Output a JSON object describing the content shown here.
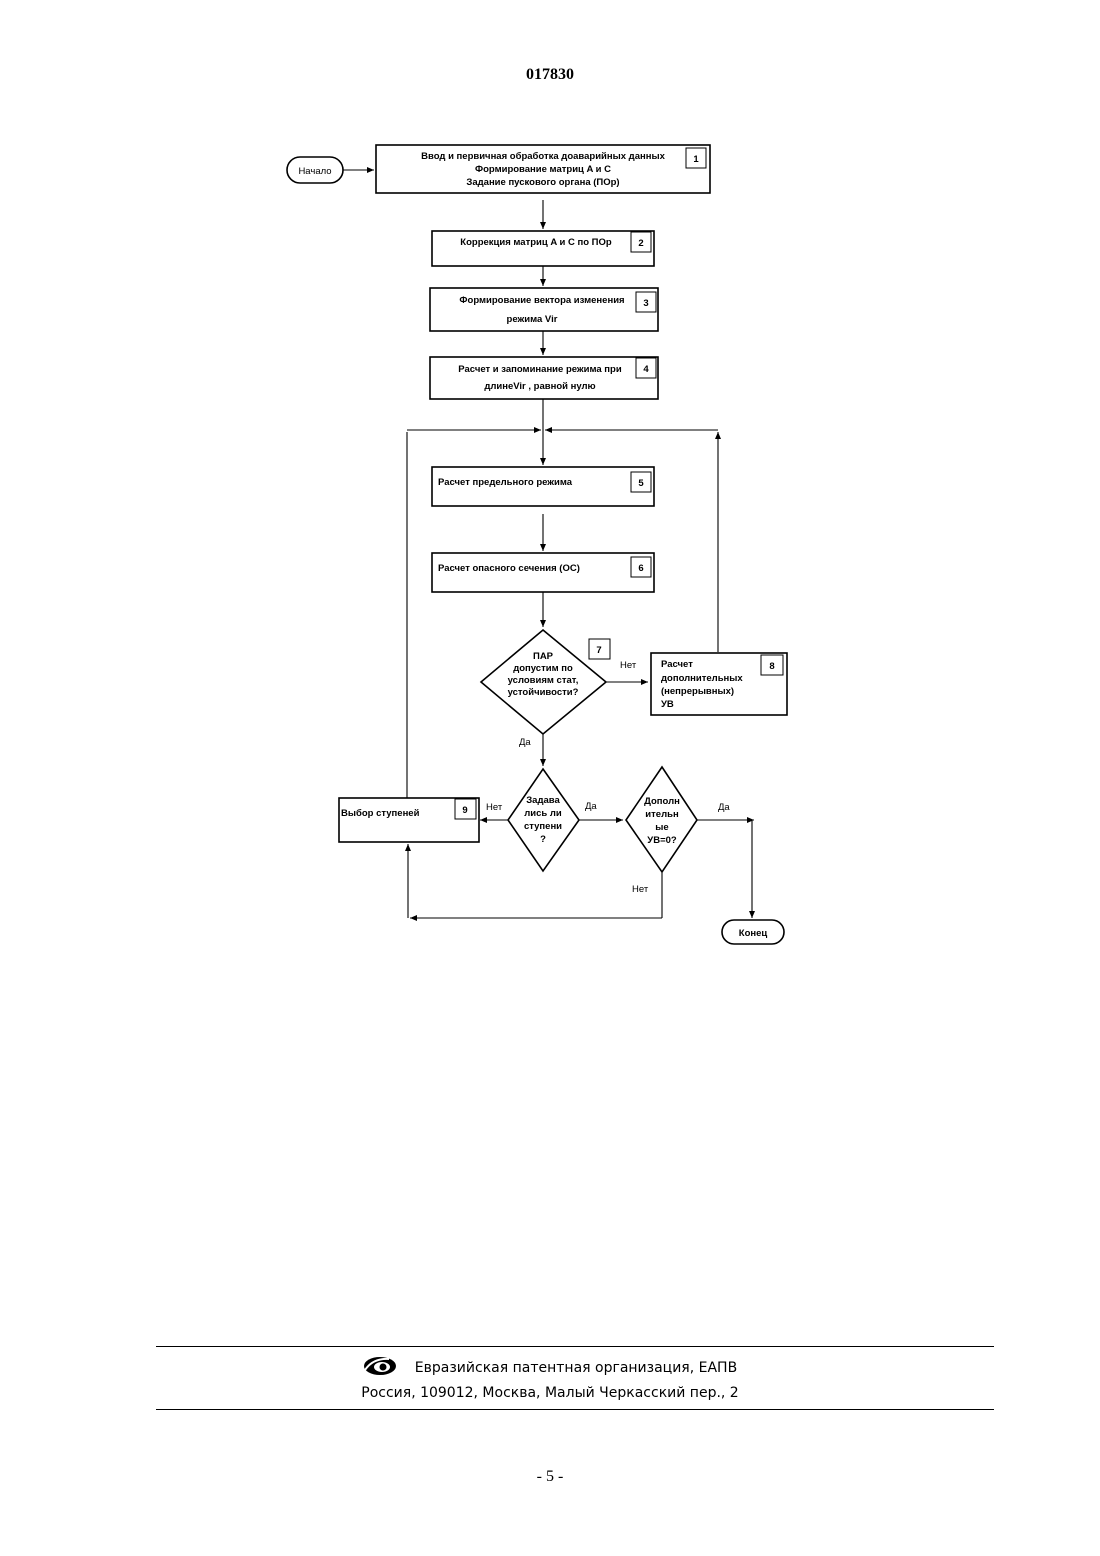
{
  "header": {
    "doc_number": "017830"
  },
  "flowchart": {
    "start": "Начало",
    "end": "Конец",
    "b1": {
      "num": "1",
      "line1": "Ввод и первичная обработка доаварийных данных",
      "line2": "Формирование матриц A и C",
      "line3": "Задание пускового органа (ПОр)"
    },
    "b2": {
      "num": "2",
      "line1": "Коррекция матриц A и C по ПОр"
    },
    "b3": {
      "num": "3",
      "line1": "Формирование вектора изменения",
      "line2a": "режима ",
      "line2b": "Vir"
    },
    "b4": {
      "num": "4",
      "line1": "Расчет и запоминание режима при",
      "line2a": "длине",
      "line2b": "Vir",
      "line2c": " , равной нулю"
    },
    "b5": {
      "num": "5",
      "line1": "Расчет предельного режима"
    },
    "b6": {
      "num": "6",
      "line1": "Расчет опасного сечения (ОС)"
    },
    "d7": {
      "num": "7",
      "line1": "ПАР",
      "line2": "допустим по",
      "line3": "условиям стат,",
      "line4": "устойчивости?"
    },
    "b8": {
      "num": "8",
      "line1": "Расчет",
      "line2": "дополнительных",
      "line3": "(непрерывных)",
      "line4": "УВ"
    },
    "b9": {
      "num": "9",
      "line1": "Выбор ступеней"
    },
    "dq": {
      "line1": "Задава",
      "line2": "лись ли",
      "line3": "ступени",
      "line4": "?"
    },
    "dv": {
      "line1": "Дополн",
      "line2": "ительн",
      "line3": "ые",
      "line4": "УВ=0?"
    },
    "labels": {
      "no": "Нет",
      "yes": "Да"
    }
  },
  "footer": {
    "org": "Евразийская патентная организация, ЕАПВ",
    "address": "Россия, 109012, Москва, Малый Черкасский пер., 2",
    "page": "- 5 -"
  }
}
